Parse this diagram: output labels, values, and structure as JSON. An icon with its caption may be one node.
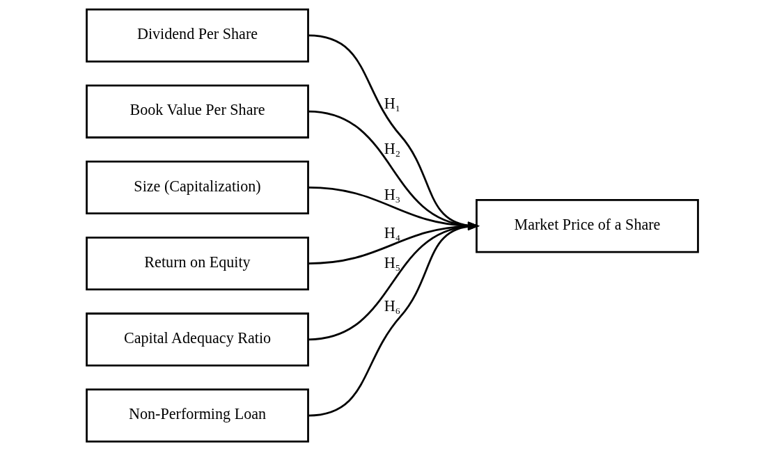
{
  "diagram": {
    "nodes": [
      {
        "text": [
          "Dividend Per Share"
        ]
      },
      {
        "text": [
          "Book Value Per Share"
        ]
      },
      {
        "text": [
          "Size (Capitalization)"
        ]
      },
      {
        "text": [
          "Return on Equity"
        ]
      },
      {
        "text": [
          "Capital Adequacy Ratio"
        ]
      },
      {
        "text": [
          "Non-Performing Loan"
        ]
      },
      {
        "text": [
          "Market Price of a Share"
        ]
      }
    ],
    "edges": [
      {
        "from": 0,
        "to": 6,
        "arrow": "to",
        "label": "H₁"
      },
      {
        "from": 1,
        "to": 6,
        "arrow": "to",
        "label": "H₂"
      },
      {
        "from": 2,
        "to": 6,
        "arrow": "to",
        "label": "H₃"
      },
      {
        "from": 3,
        "to": 6,
        "arrow": "to",
        "label": "H₄"
      },
      {
        "from": 4,
        "to": 6,
        "arrow": "to",
        "label": "H₅"
      },
      {
        "from": 5,
        "to": 6,
        "arrow": "to",
        "label": "H₆"
      }
    ]
  }
}
